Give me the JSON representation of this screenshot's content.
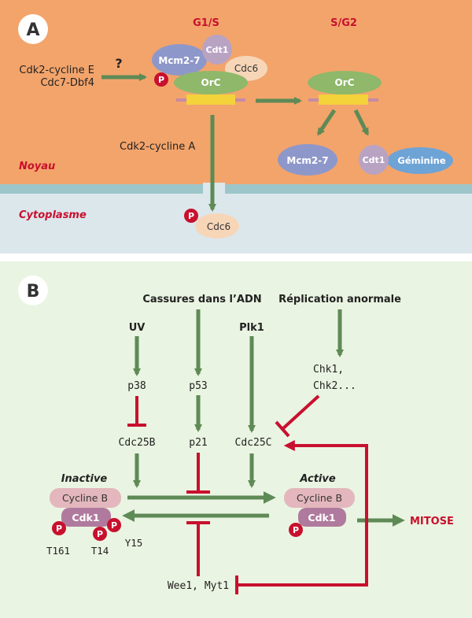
{
  "panelA": {
    "letter": "A",
    "phase_g1s": "G1/S",
    "phase_sg2": "S/G2",
    "kinase_cdk2_cycline_e": "Cdk2-cycline E",
    "kinase_cdc7_dbf4": "Cdc7-Dbf4",
    "question_mark": "?",
    "mcm_g1s": "Mcm2-7",
    "cdt1_g1s": "Cdt1",
    "cdc6_g1s": "Cdc6",
    "orc_g1s": "OrC",
    "orc_sg2": "OrC",
    "mcm_sg2": "Mcm2-7",
    "cdt1_sg2": "Cdt1",
    "geminine": "Géminine",
    "cdk2_cycline_a": "Cdk2-cycline A",
    "noyau": "Noyau",
    "cytoplasme": "Cytoplasme",
    "cdc6_cyto": "Cdc6",
    "phospho": "P"
  },
  "panelB": {
    "letter": "B",
    "cassures": "Cassures dans l’ADN",
    "replication": "Réplication anormale",
    "uv": "UV",
    "plk1": "Plk1",
    "p38": "p38",
    "p53": "p53",
    "chk_line1": "Chk1,",
    "chk_line2": "Chk2...",
    "cdc25b": "Cdc25B",
    "p21": "p21",
    "cdc25c": "Cdc25C",
    "inactive": "Inactive",
    "active": "Active",
    "cycline_b_inactive": "Cycline B",
    "cdk1_inactive": "Cdk1",
    "cycline_b_active": "Cycline B",
    "cdk1_active": "Cdk1",
    "site_t161": "T161",
    "site_t14": "T14",
    "site_y15": "Y15",
    "mitose": "MITOSE",
    "wee1_myt1": "Wee1, Myt1",
    "phospho": "P"
  },
  "colors": {
    "nucleus": "#f3a46b",
    "cytoplasm": "#dce7ec",
    "membrane": "#9cc6c9",
    "panel_b_bg": "#eaf4e2",
    "arrow_green": "#5e8a56",
    "inhibit_red": "#c8102e",
    "orc_green": "#8fb86a",
    "mcm_blue": "#8e97c9",
    "cdt1_purple": "#b9a3c3",
    "cdc6_peach": "#f7d6b8",
    "geminine_blue": "#6ea3d6",
    "cycline_pink": "#e3b7bd",
    "cdk1_purple": "#b07a9e",
    "label_red": "#c8102e",
    "dna_yellow": "#f3d23a",
    "dna_pink": "#c68aa5"
  }
}
